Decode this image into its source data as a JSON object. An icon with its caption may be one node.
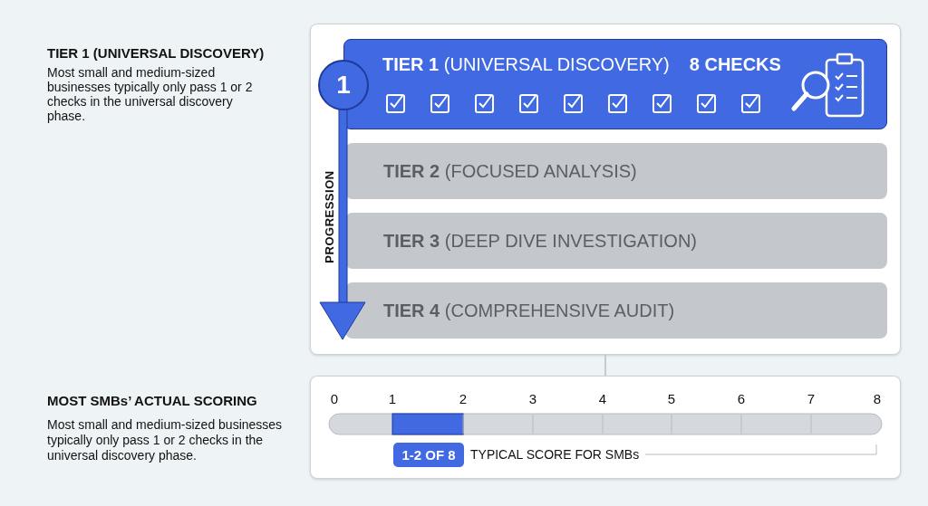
{
  "diagram": {
    "nodes": [
      {
        "text": [],
        "shape": "box"
      },
      {
        "text": [
          "**TIER 1** (UNIVERSAL DISCOVERY)",
          "8 CHECKS"
        ],
        "in": 0
      },
      {
        "text": [
          "**TIER 2** (FOCUSED ANALYSIS)"
        ],
        "in": 0
      },
      {
        "text": [
          "**TIER 3** (DEEP DIVE INVESTIGATION)"
        ],
        "in": 0
      },
      {
        "text": [
          "**TIER 4** (COMPREHENSIVE AUDIT)"
        ],
        "in": 0
      },
      {
        "text": [
          "1"
        ],
        "in": 0
      },
      {
        "text": [],
        "shape": "box"
      },
      {
        "text": [
          "1-2 OF 8"
        ],
        "in": 6,
        "beside": [
          "TYPICAL SCORE FOR SMBs"
        ]
      }
    ],
    "edges": [
      {
        "from": 0,
        "to": 6,
        "arrow": "none"
      }
    ],
    "labels": [
      "TIER 1 (UNIVERSAL DISCOVERY)",
      "Most small and medium-sized businesses typically only pass 1 or 2 checks in the universal discovery phase.",
      "PROGRESSION",
      "MOST SMBs’ ACTUAL SCORING",
      "Most small and medium-sized businesses typically only pass 1 or 2 checks in the universal discovery phase.",
      "0",
      "1",
      "2",
      "3",
      "4",
      "5",
      "6",
      "7",
      "8"
    ]
  }
}
